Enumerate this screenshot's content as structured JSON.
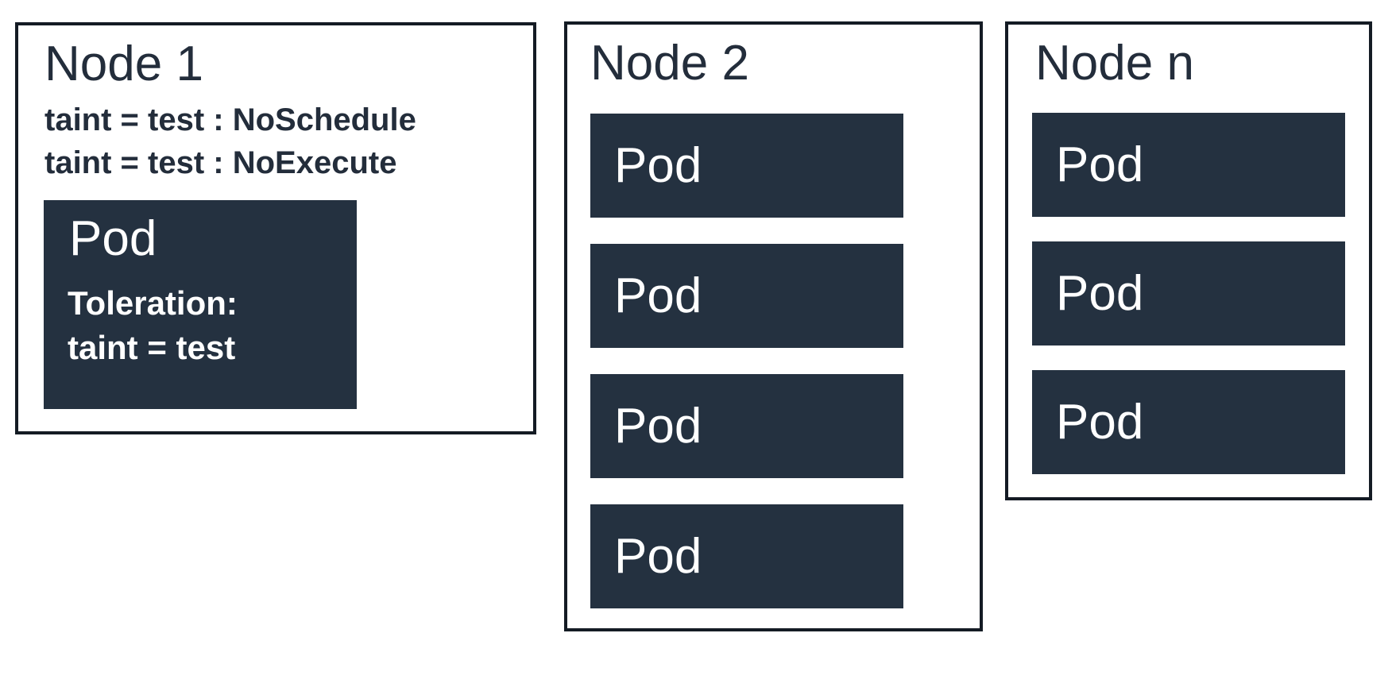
{
  "diagram": {
    "description": "Kubernetes taints and tolerations diagram",
    "colors": {
      "pod_fill": "#243140",
      "node_border": "#141b24",
      "dark_text": "#232d3b",
      "light_text": "#ffffff",
      "background": "#ffffff"
    },
    "nodes": [
      {
        "title": "Node 1",
        "taints": [
          "taint = test : NoSchedule",
          "taint = test : NoExecute"
        ],
        "pods": [
          {
            "label": "Pod",
            "toleration": [
              "Toleration:",
              "taint = test"
            ]
          }
        ]
      },
      {
        "title": "Node 2",
        "taints": [],
        "pods": [
          {
            "label": "Pod"
          },
          {
            "label": "Pod"
          },
          {
            "label": "Pod"
          },
          {
            "label": "Pod"
          }
        ]
      },
      {
        "title": "Node n",
        "taints": [],
        "pods": [
          {
            "label": "Pod"
          },
          {
            "label": "Pod"
          },
          {
            "label": "Pod"
          }
        ]
      }
    ]
  }
}
